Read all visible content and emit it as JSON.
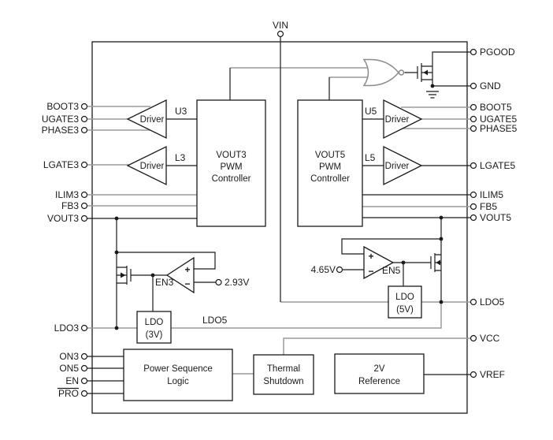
{
  "pins": {
    "top": [
      "VIN"
    ],
    "left": [
      "BOOT3",
      "UGATE3",
      "PHASE3",
      "LGATE3",
      "ILIM3",
      "FB3",
      "VOUT3",
      "LDO3",
      "ON3",
      "ON5",
      "EN",
      "PRO"
    ],
    "right": [
      "PGOOD",
      "GND",
      "BOOT5",
      "UGATE5",
      "PHASE5",
      "LGATE5",
      "ILIM5",
      "FB5",
      "VOUT5",
      "LDO5",
      "VCC",
      "VREF"
    ]
  },
  "blocks": {
    "pwm3": [
      "VOUT3",
      "PWM",
      "Controller"
    ],
    "pwm5": [
      "VOUT5",
      "PWM",
      "Controller"
    ],
    "ldo3": [
      "LDO",
      "(3V)"
    ],
    "ldo5": [
      "LDO",
      "(5V)"
    ],
    "power_sequence": [
      "Power Sequence",
      "Logic"
    ],
    "thermal": [
      "Thermal",
      "Shutdown"
    ],
    "reference": [
      "2V",
      "Reference"
    ]
  },
  "labels": {
    "driver": "Driver",
    "u3": "U3",
    "l3": "L3",
    "u5": "U5",
    "l5": "L5",
    "en3": "EN3",
    "en5": "EN5",
    "ref_2_93": "2.93V",
    "ref_4_65": "4.65V",
    "ldo5_net": "LDO5",
    "plus": "+",
    "minus": "−"
  },
  "colors": {
    "wire_gray": "#9a9a9a",
    "wire_black": "#1a1a1a",
    "background": "#ffffff"
  }
}
